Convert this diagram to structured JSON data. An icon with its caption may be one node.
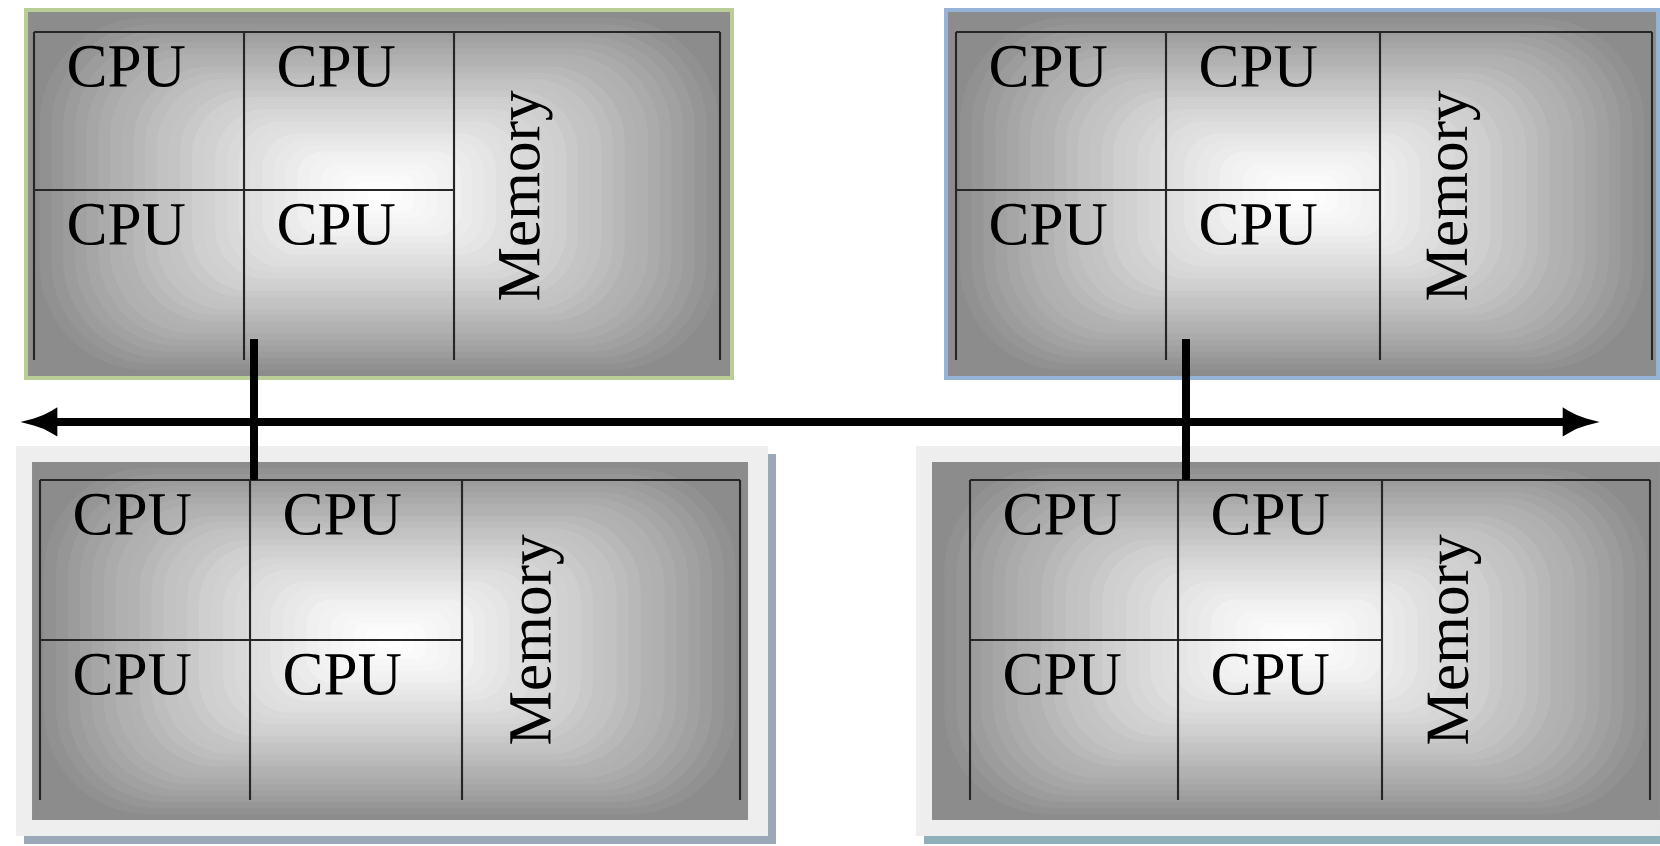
{
  "diagram": {
    "nodes": [
      {
        "text": [],
        "shape": "box"
      },
      {
        "text": [
          "CPU"
        ],
        "in": 0
      },
      {
        "text": [
          "CPU"
        ],
        "in": 0
      },
      {
        "text": [
          "CPU"
        ],
        "in": 0
      },
      {
        "text": [
          "CPU"
        ],
        "in": 0
      },
      {
        "text": [
          "Memory"
        ],
        "in": 0
      },
      {
        "text": [],
        "shape": "box"
      },
      {
        "text": [
          "CPU"
        ],
        "in": 6
      },
      {
        "text": [
          "CPU"
        ],
        "in": 6
      },
      {
        "text": [
          "CPU"
        ],
        "in": 6
      },
      {
        "text": [
          "CPU"
        ],
        "in": 6
      },
      {
        "text": [
          "Memory"
        ],
        "in": 6
      },
      {
        "text": [],
        "shape": "bar"
      },
      {
        "text": [],
        "shape": "box"
      },
      {
        "text": [
          "CPU"
        ],
        "in": 13
      },
      {
        "text": [
          "CPU"
        ],
        "in": 13
      },
      {
        "text": [
          "CPU"
        ],
        "in": 13
      },
      {
        "text": [
          "CPU"
        ],
        "in": 13
      },
      {
        "text": [
          "Memory"
        ],
        "in": 13
      },
      {
        "text": [],
        "shape": "box"
      },
      {
        "text": [
          "CPU"
        ],
        "in": 19
      },
      {
        "text": [
          "CPU"
        ],
        "in": 19
      },
      {
        "text": [
          "CPU"
        ],
        "in": 19
      },
      {
        "text": [
          "CPU"
        ],
        "in": 19
      },
      {
        "text": [
          "Memory"
        ],
        "in": 19
      }
    ],
    "edges": [
      {
        "from": 4,
        "to": 12,
        "arrow": "none"
      },
      {
        "from": 12,
        "to": 15,
        "arrow": "none"
      },
      {
        "from": 10,
        "to": 12,
        "arrow": "none"
      },
      {
        "from": 12,
        "to": 21,
        "arrow": "none"
      }
    ]
  }
}
